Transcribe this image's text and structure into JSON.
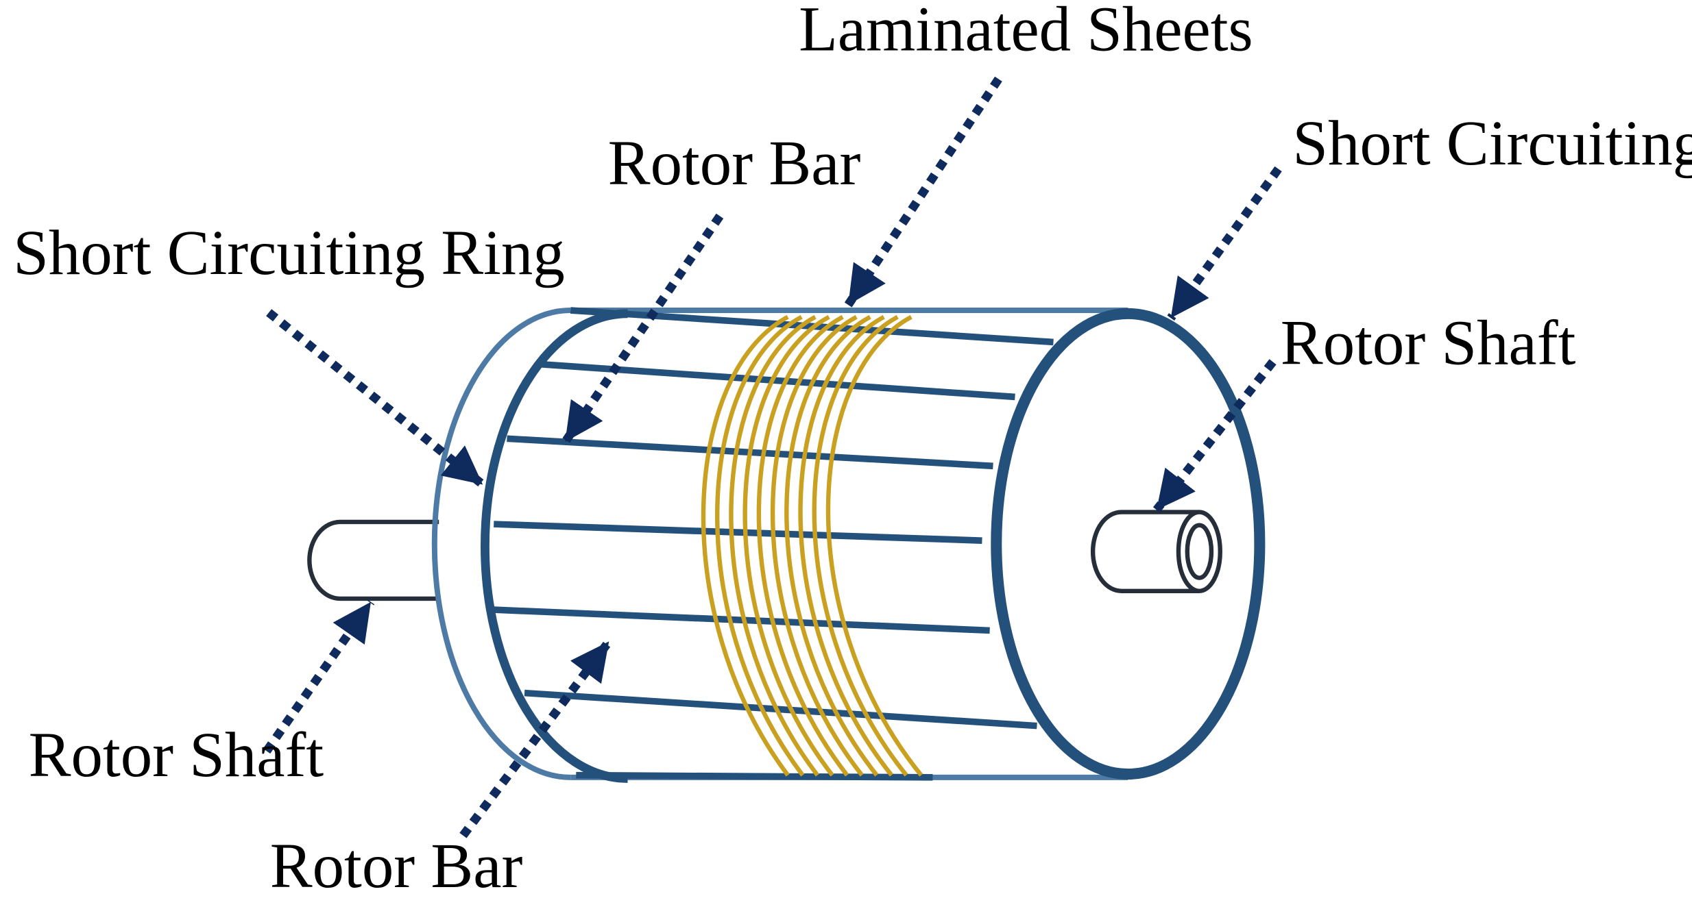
{
  "labels": {
    "laminated_sheets": "Laminated Sheets",
    "rotor_bar_top": "Rotor Bar",
    "short_ring_left": "Short Circuiting Ring",
    "short_ring_right": "Short Circuiting Ring",
    "rotor_shaft_right": "Rotor Shaft",
    "rotor_shaft_left": "Rotor Shaft",
    "rotor_bar_bottom": "Rotor Bar"
  },
  "colors": {
    "ring_light": "#4e7aa6",
    "ring_dark": "#24507c",
    "rotor_bar": "#24507c",
    "laminations": "#c9a020",
    "shaft": "#262e3a",
    "leader": "#0f2a5c"
  }
}
